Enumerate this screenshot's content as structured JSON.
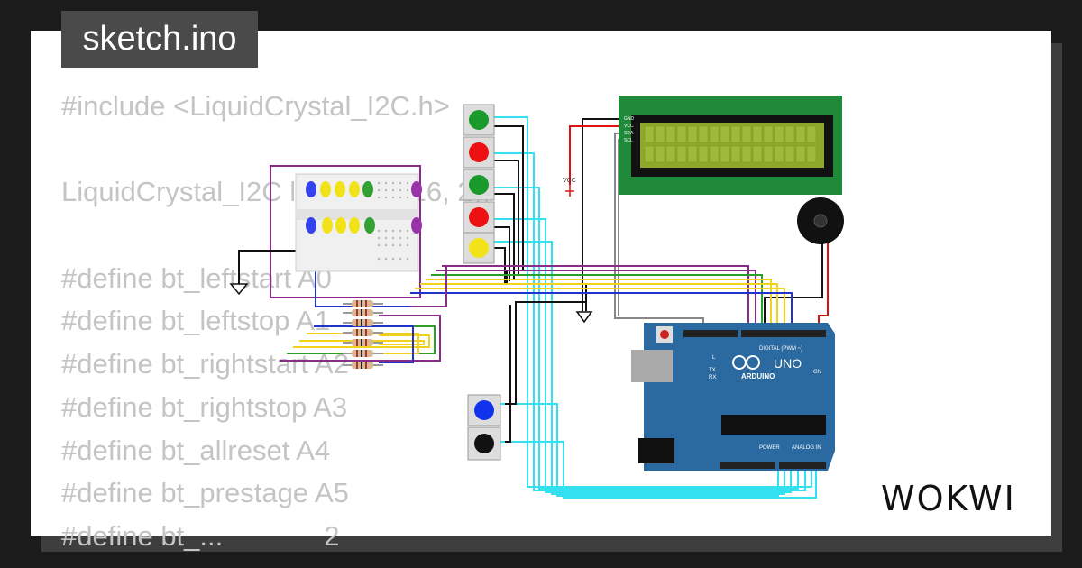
{
  "title": "sketch.ino",
  "brand": "WOKWI",
  "code_lines": [
    "#include <LiquidCrystal_I2C.h>",
    "",
    "LiquidCrystal_I2C lcd(0x27, 16, 2);",
    "",
    "#define bt_leftstart A0",
    "#define bt_leftstop A1",
    "#define bt_rightstart A2",
    "#define bt_rightstop A3",
    "#define bt_allreset A4",
    "#define bt_prestage A5",
    "#define bt_...             2"
  ],
  "board": {
    "uno_label": "UNO",
    "arduino_label": "ARDUINO",
    "digital_label": "DIGITAL (PWM ~)",
    "power_label": "POWER",
    "analog_label": "ANALOG IN",
    "on_label": "ON",
    "l_label": "L",
    "tx_label": "TX",
    "rx_label": "RX"
  },
  "lcd": {
    "pins": [
      "GND",
      "VCC",
      "SDA",
      "SCL"
    ]
  },
  "vcc_label": "VCC",
  "colors": {
    "background": "#1b1b1b",
    "card": "#ffffff",
    "code_text": "#c4c4c4",
    "title_bg": "#4a4a4a",
    "board": "#2a6aa0",
    "lcd_pcb": "#1f8a3a",
    "lcd_screen": "#8fa82b",
    "wire_cyan": "#33e0f0",
    "wire_purple": "#8a2a8a",
    "wire_yellow": "#f2d21a",
    "wire_green": "#2aa02a",
    "wire_blue": "#2233cc",
    "wire_red": "#dd1111",
    "wire_black": "#111111"
  },
  "icons": [
    "ground-icon",
    "buzzer-icon",
    "button-icon",
    "led-icon",
    "resistor-icon"
  ]
}
